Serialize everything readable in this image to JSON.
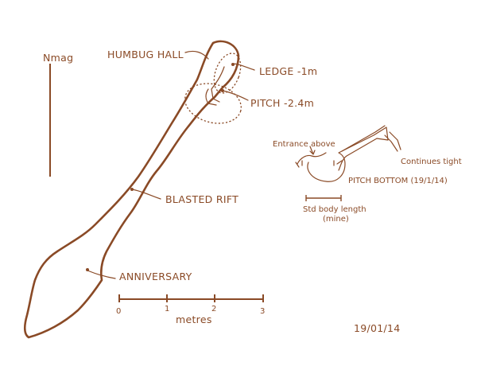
{
  "labels": {
    "north": "Nmag",
    "humbug_hall": "HUMBUG HALL",
    "ledge": "LEDGE -1m",
    "pitch": "PITCH -2.4m",
    "blasted_rift": "BLASTED RIFT",
    "anniversary": "ANNIVERSARY",
    "entrance_above": "Entrance above",
    "continues_tight": "Continues tight",
    "pitch_bottom": "PITCH BOTTOM (19/1/14)",
    "std_body_length": "Std body length",
    "mine": "(mine)",
    "date": "19/01/14"
  },
  "scale_bar": {
    "ticks": [
      "0",
      "1",
      "2",
      "3"
    ],
    "unit": "metres"
  },
  "colors": {
    "ink": "#8a4a26",
    "background": "#ffffff"
  }
}
